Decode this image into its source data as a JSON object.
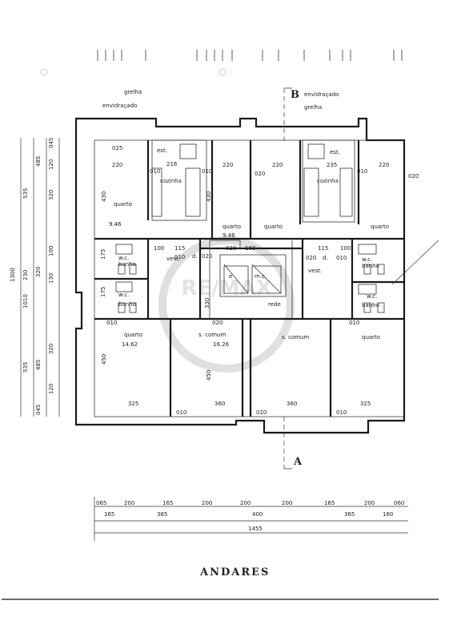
{
  "title": "ANDARES",
  "sections": {
    "a": "A",
    "b": "B"
  },
  "labels": {
    "grelha_l": "grelha",
    "envidracado_l": "envidraçado",
    "envidracado_r": "envidraçado",
    "grelha_r": "grelha",
    "est_l": "est.",
    "est_r": "est.",
    "cozinha_l": "cozinha",
    "cozinha_r": "cozinha",
    "quarto_tl": "quarto",
    "quarto_tl_area": "9.46",
    "quarto_tc": "quarto",
    "quarto_tc_area": "9.46",
    "quarto_tcr": "quarto",
    "quarto_tr": "quarto",
    "wc_l1": "w.c.",
    "banho_l1": "banho",
    "wc_l2": "w.c.",
    "banho_l2": "banho",
    "wc_r1": "w.c.",
    "banho_r1": "banho",
    "wc_r2": "w.c.",
    "banho_r2": "banho",
    "vest_l": "vest.",
    "vest_r": "vest.",
    "d_l": "d.",
    "d_r": "d.",
    "e": "e",
    "mc": "m.c.",
    "rede": "rede",
    "quarto_bl": "quarto",
    "quarto_bl_area": "14.62",
    "scomum_l": "s. comum",
    "scomum_l_area": "16.26",
    "scomum_r": "s. comum",
    "quarto_br": "quarto"
  },
  "dims": {
    "t_025": "025",
    "t_216": "216",
    "t_235": "235",
    "t_220a": "220",
    "t_220b": "220",
    "t_220c": "220",
    "t_220d": "220",
    "t_010a": "010",
    "t_010b": "010",
    "t_010c": "010",
    "t_020a": "020",
    "t_020b": "020",
    "t_430a": "430",
    "t_430b": "430",
    "m_100l": "100",
    "m_115l": "115",
    "m_010l": "010",
    "m_020l": "020",
    "m_160": "160",
    "m_020c": "020",
    "m_115r": "115",
    "m_100r": "100",
    "m_020r": "020",
    "m_010r": "010",
    "m_175a": "175",
    "m_175b": "175",
    "m_330": "330",
    "b_010a": "010",
    "b_020a": "020",
    "b_010b": "010",
    "b_450a": "450",
    "b_450b": "450",
    "b_325a": "325",
    "b_010c": "010",
    "b_360a": "360",
    "b_020b": "020",
    "b_360b": "360",
    "b_010d": "010",
    "b_325b": "325",
    "v1": [
      "045",
      "120",
      "485",
      "535",
      "320",
      "1300",
      "230",
      "320",
      "1010",
      "130",
      "100",
      "535",
      "485",
      "320",
      "120",
      "045"
    ],
    "h1": [
      "065",
      "200",
      "165",
      "200",
      "200",
      "200",
      "165",
      "200",
      "060"
    ],
    "h2": [
      "165",
      "365",
      "400",
      "365",
      "160"
    ],
    "h3": "1455"
  }
}
